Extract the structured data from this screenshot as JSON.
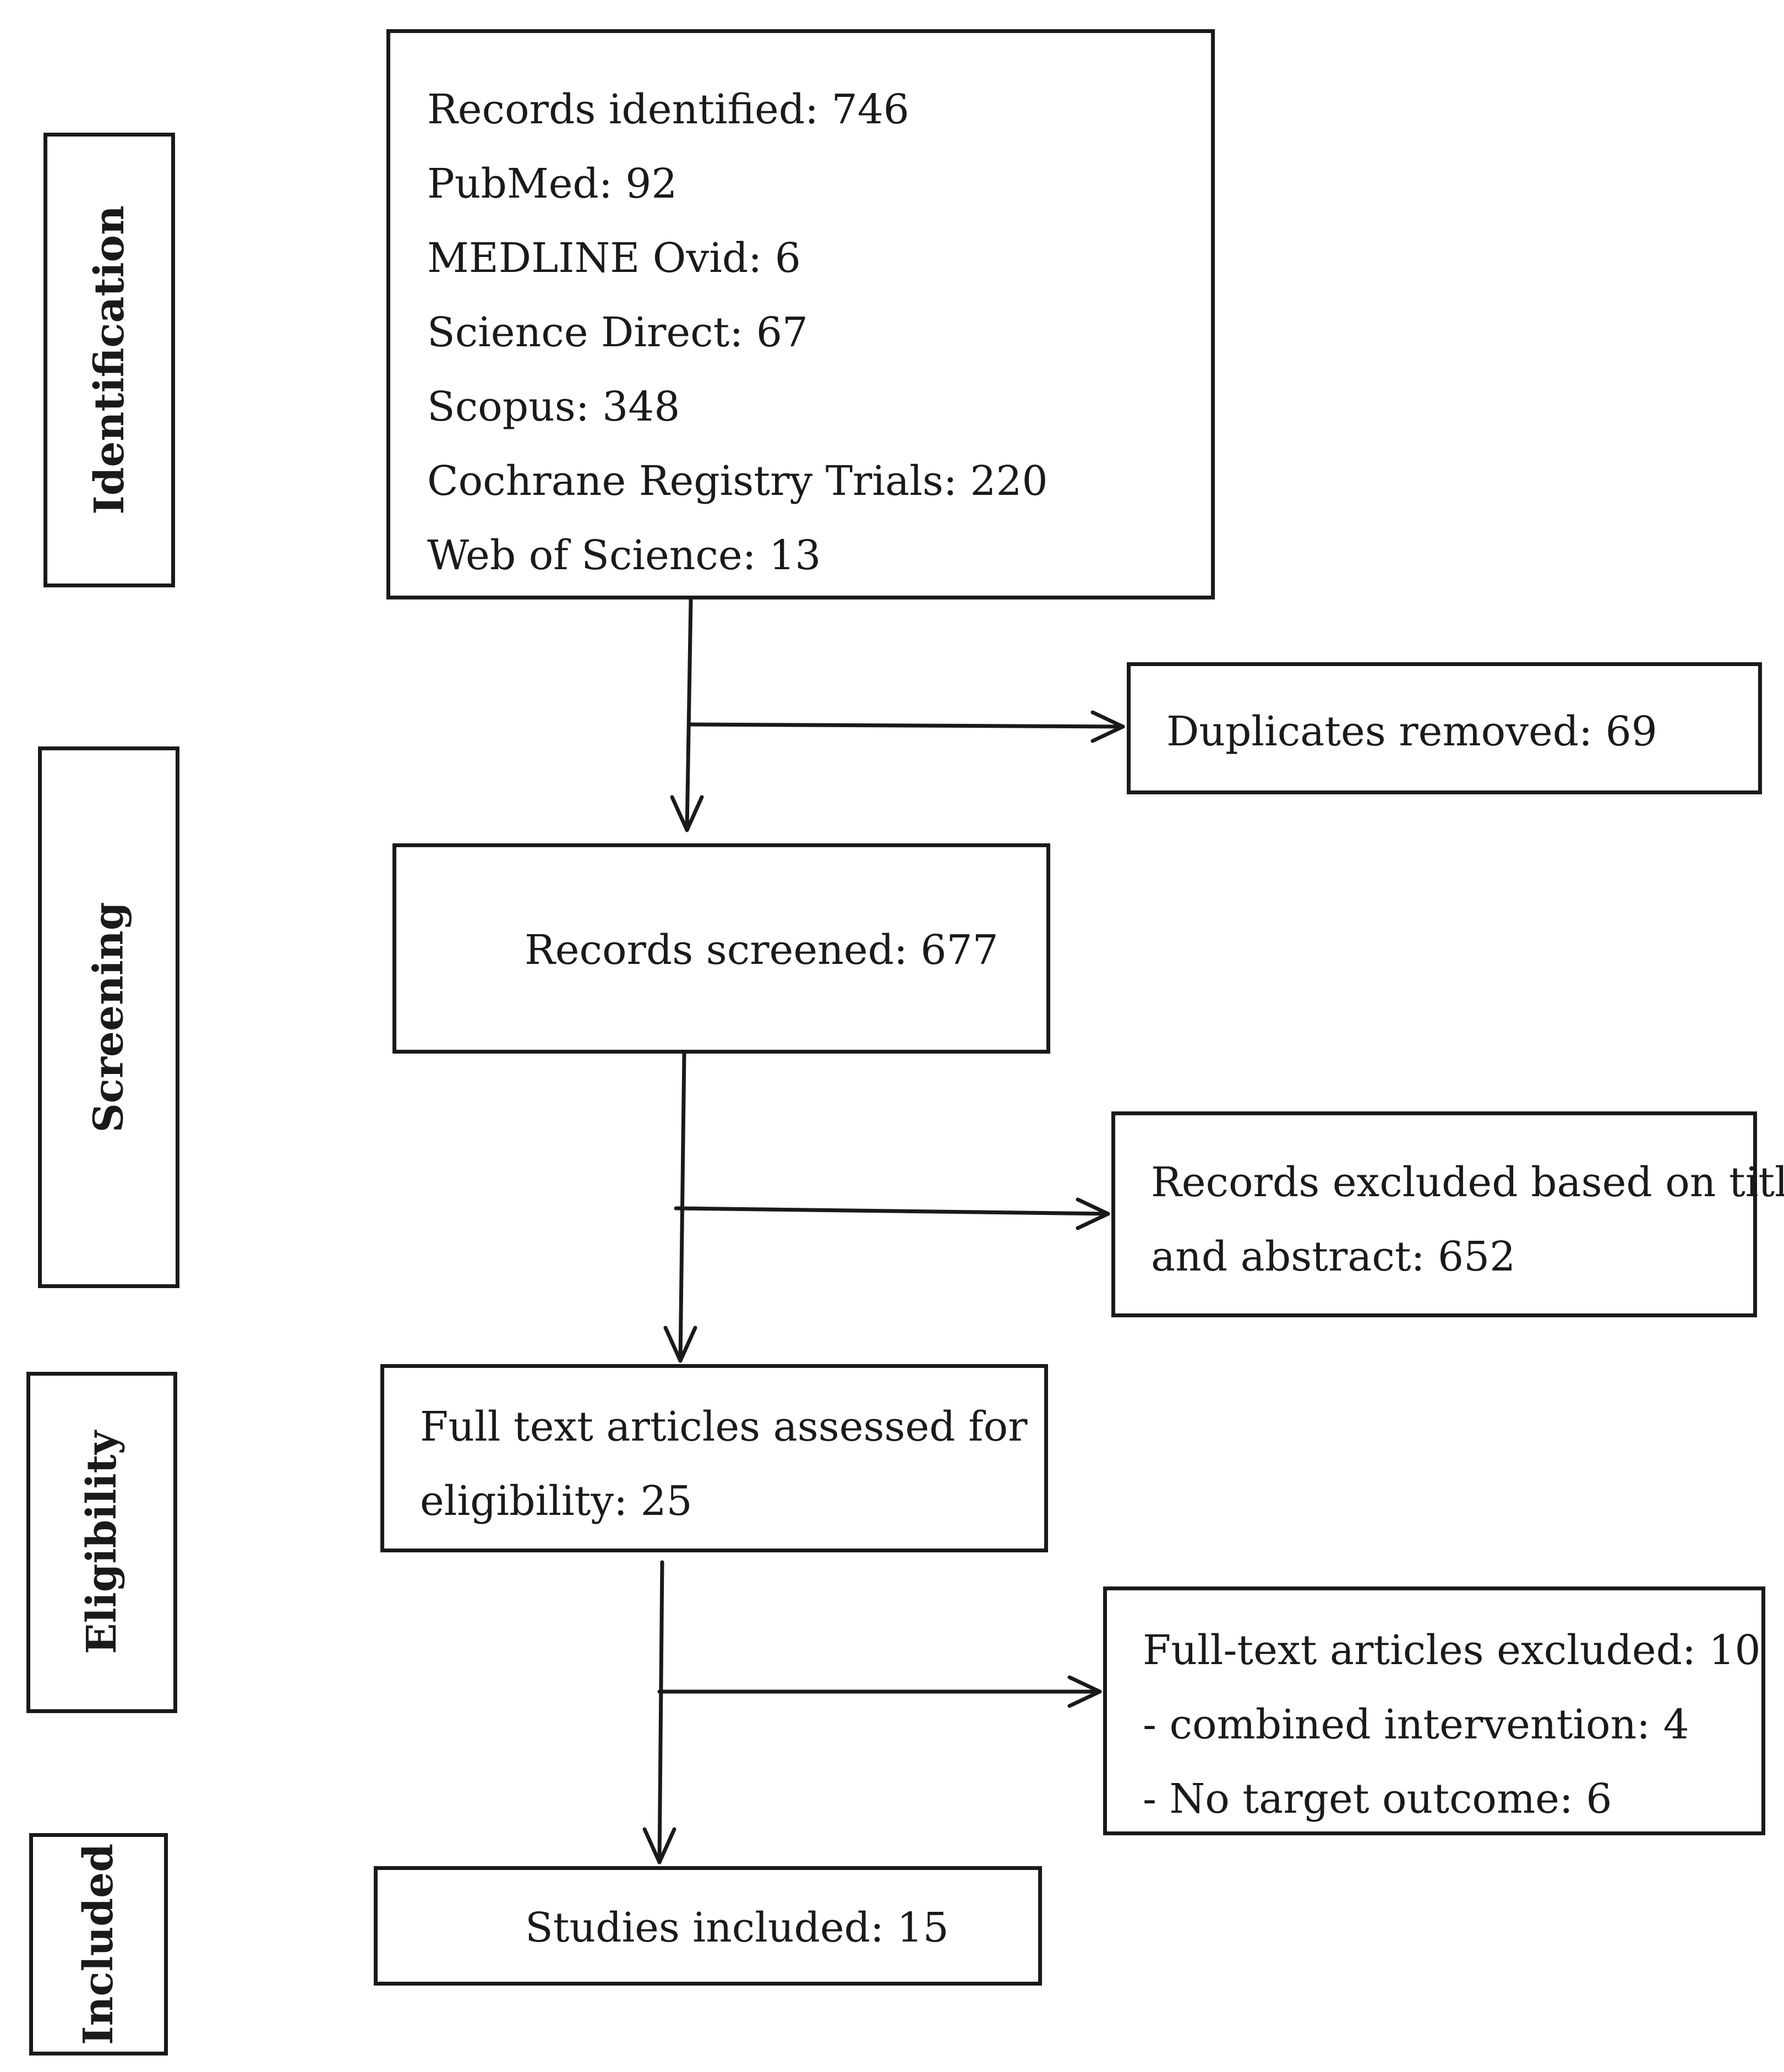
{
  "stages": {
    "identification": "Identification",
    "screening": "Screening",
    "eligibility": "Eligibility",
    "included": "Included"
  },
  "identification_box": {
    "lines": [
      "Records identified: 746",
      "PubMed: 92",
      "MEDLINE Ovid: 6",
      "Science Direct: 67",
      "Scopus: 348",
      "Cochrane Registry Trials: 220",
      "Web of Science: 13"
    ]
  },
  "duplicates_box": {
    "text": "Duplicates removed: 69"
  },
  "screened_box": {
    "text": "Records screened: 677"
  },
  "excluded_title_box": {
    "lines": [
      "Records excluded based on title",
      "and abstract: 652"
    ]
  },
  "fulltext_box": {
    "lines": [
      "Full text articles assessed for",
      "eligibility: 25"
    ]
  },
  "fulltext_excluded_box": {
    "lines": [
      "Full-text articles excluded: 10",
      "- combined intervention: 4",
      "- No target outcome: 6"
    ]
  },
  "included_box": {
    "text": "Studies included: 15"
  }
}
